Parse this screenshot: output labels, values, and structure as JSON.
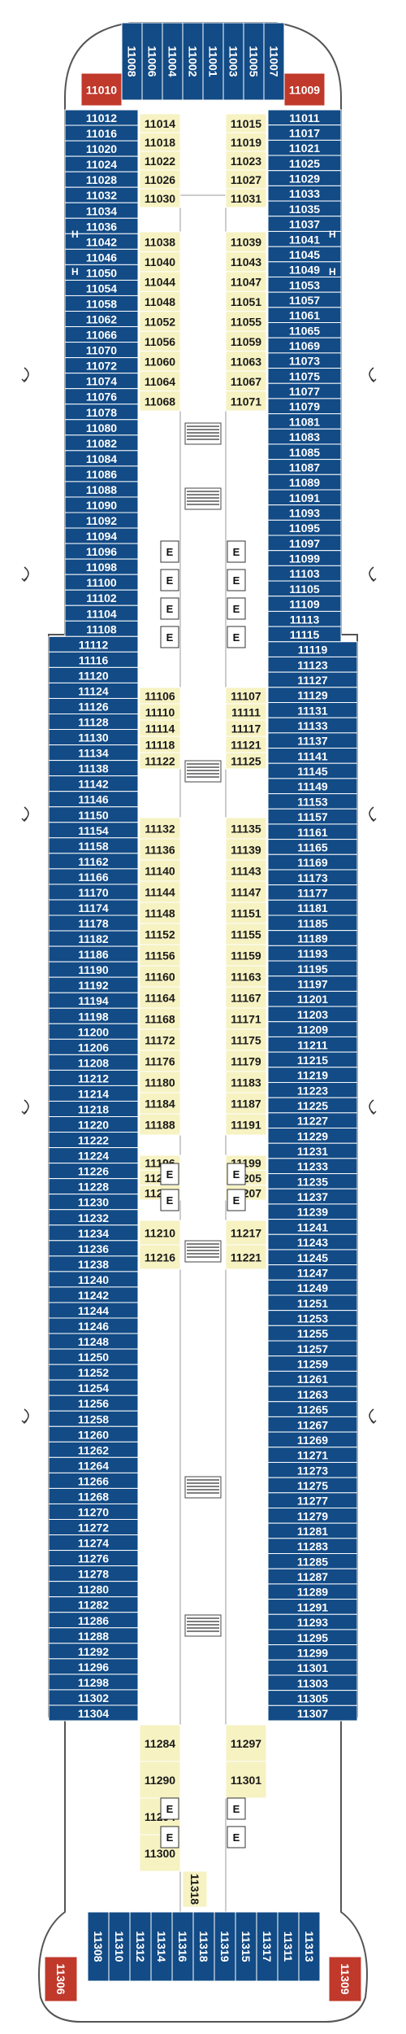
{
  "colors": {
    "ocean_view": "#124b86",
    "interior": "#f6f2c2",
    "suite": "#c0392b",
    "hull": "#ffffff",
    "outline": "#555555",
    "corridor": "#ffffff",
    "elevator": "#ffffff"
  },
  "suites": {
    "top": [
      "11010",
      "11009"
    ],
    "bottom": [
      "11306",
      "11309"
    ]
  },
  "forward_end": [
    "11008",
    "11006",
    "11004",
    "11002",
    "11001",
    "11003",
    "11005",
    "11007"
  ],
  "aft_end": [
    "11308",
    "11310",
    "11312",
    "11314",
    "11316",
    "11318",
    "11319",
    "11315",
    "11317",
    "11311",
    "11313"
  ],
  "left_cabins": [
    "11012",
    "11016",
    "11020",
    "11024",
    "11028",
    "11032",
    "11034",
    "11036",
    "11042",
    "11046",
    "11050",
    "11054",
    "11058",
    "11062",
    "11066",
    "11070",
    "11072",
    "11074",
    "11076",
    "11078",
    "11080",
    "11082",
    "11084",
    "11086",
    "11088",
    "11090",
    "11092",
    "11094",
    "11096",
    "11098",
    "11100",
    "11102",
    "11104",
    "11108",
    "11112",
    "11116",
    "11120",
    "11124",
    "11126",
    "11128",
    "11130",
    "11134",
    "11138",
    "11142",
    "11146",
    "11150",
    "11154",
    "11158",
    "11162",
    "11166",
    "11170",
    "11174",
    "11178",
    "11182",
    "11186",
    "11190",
    "11192",
    "11194",
    "11198",
    "11200",
    "11206",
    "11208",
    "11212",
    "11214",
    "11218",
    "11220",
    "11222",
    "11224",
    "11226",
    "11228",
    "11230",
    "11232",
    "11234",
    "11236",
    "11238",
    "11240",
    "11242",
    "11244",
    "11246",
    "11248",
    "11250",
    "11252",
    "11254",
    "11256",
    "11258",
    "11260",
    "11262",
    "11264",
    "11266",
    "11268",
    "11270",
    "11272",
    "11274",
    "11276",
    "11278",
    "11280",
    "11282",
    "11286",
    "11288",
    "11292",
    "11296",
    "11298",
    "11302",
    "11304"
  ],
  "right_cabins": [
    "11011",
    "11017",
    "11021",
    "11025",
    "11029",
    "11033",
    "11035",
    "11037",
    "11041",
    "11045",
    "11049",
    "11053",
    "11057",
    "11061",
    "11065",
    "11069",
    "11073",
    "11075",
    "11077",
    "11079",
    "11081",
    "11083",
    "11085",
    "11087",
    "11089",
    "11091",
    "11093",
    "11095",
    "11097",
    "11099",
    "11103",
    "11105",
    "11109",
    "11113",
    "11115",
    "11119",
    "11123",
    "11127",
    "11129",
    "11131",
    "11133",
    "11137",
    "11141",
    "11145",
    "11149",
    "11153",
    "11157",
    "11161",
    "11165",
    "11169",
    "11173",
    "11177",
    "11181",
    "11185",
    "11189",
    "11193",
    "11195",
    "11197",
    "11201",
    "11203",
    "11209",
    "11211",
    "11215",
    "11219",
    "11223",
    "11225",
    "11227",
    "11229",
    "11231",
    "11233",
    "11235",
    "11237",
    "11239",
    "11241",
    "11243",
    "11245",
    "11247",
    "11249",
    "11251",
    "11253",
    "11255",
    "11257",
    "11259",
    "11261",
    "11263",
    "11265",
    "11267",
    "11269",
    "11271",
    "11273",
    "11275",
    "11277",
    "11279",
    "11281",
    "11283",
    "11285",
    "11287",
    "11289",
    "11291",
    "11293",
    "11295",
    "11299",
    "11301",
    "11303",
    "11305",
    "11307"
  ],
  "inner_left": [
    "11014",
    "11018",
    "11022",
    "11026",
    "11030",
    "11038",
    "11040",
    "11044",
    "11048",
    "11052",
    "11056",
    "11060",
    "11064",
    "11068",
    "11106",
    "11110",
    "11114",
    "11118",
    "11122",
    "11132",
    "11136",
    "11140",
    "11144",
    "11148",
    "11152",
    "11156",
    "11160",
    "11164",
    "11168",
    "11172",
    "11176",
    "11180",
    "11184",
    "11188",
    "11196",
    "11202",
    "11204",
    "11210",
    "11216",
    "11284",
    "11290",
    "11294",
    "11300"
  ],
  "inner_right": [
    "11015",
    "11019",
    "11023",
    "11027",
    "11031",
    "11039",
    "11043",
    "11047",
    "11051",
    "11055",
    "11059",
    "11063",
    "11067",
    "11071",
    "11107",
    "11111",
    "11117",
    "11121",
    "11125",
    "11135",
    "11139",
    "11143",
    "11147",
    "11151",
    "11155",
    "11159",
    "11163",
    "11167",
    "11171",
    "11175",
    "11179",
    "11183",
    "11187",
    "11191",
    "11199",
    "11205",
    "11207",
    "11217",
    "11221",
    "11297",
    "11301"
  ],
  "inner_center": [
    "11318"
  ],
  "elevator_label": "E",
  "handicap_label": "H"
}
